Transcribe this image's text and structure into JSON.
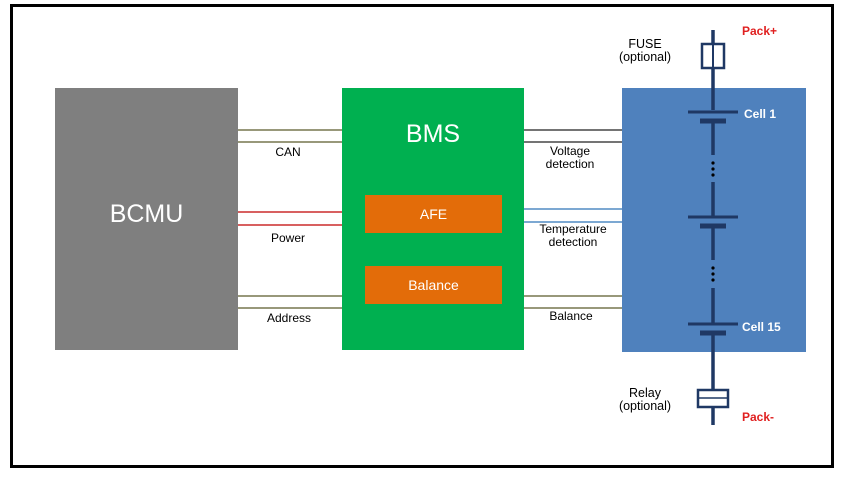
{
  "blocks": {
    "bcmu": "BCMU",
    "bms": "BMS",
    "afe": "AFE",
    "balance": "Balance"
  },
  "links": {
    "can": "CAN",
    "power": "Power",
    "address": "Address",
    "voltage": "Voltage\ndetection",
    "temperature": "Temperature\ndetection",
    "balance": "Balance"
  },
  "pack": {
    "fuse": "FUSE\n(optional)",
    "relay": "Relay\n(optional)",
    "pack_plus": "Pack+",
    "pack_minus": "Pack-",
    "cell_first": "Cell 1",
    "cell_last": "Cell 15"
  },
  "colors": {
    "bcmu": "#7f7f7f",
    "bms": "#00b050",
    "sub_block": "#e36c09",
    "pack": "#4f81bd",
    "pack_wire": "#1f3864",
    "pack_terminal_label": "#e02020"
  }
}
